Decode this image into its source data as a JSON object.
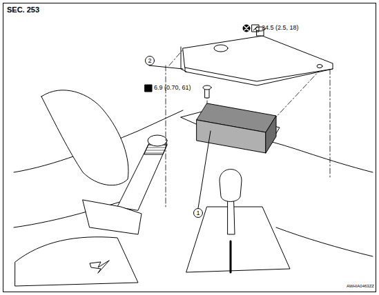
{
  "diagram": {
    "labels": [
      "SEC. 253",
      "2",
      "24.5 (2.5, 18)",
      "6.9 (0.70, 61)",
      "1",
      "AWHIA0463ZZ"
    ]
  }
}
